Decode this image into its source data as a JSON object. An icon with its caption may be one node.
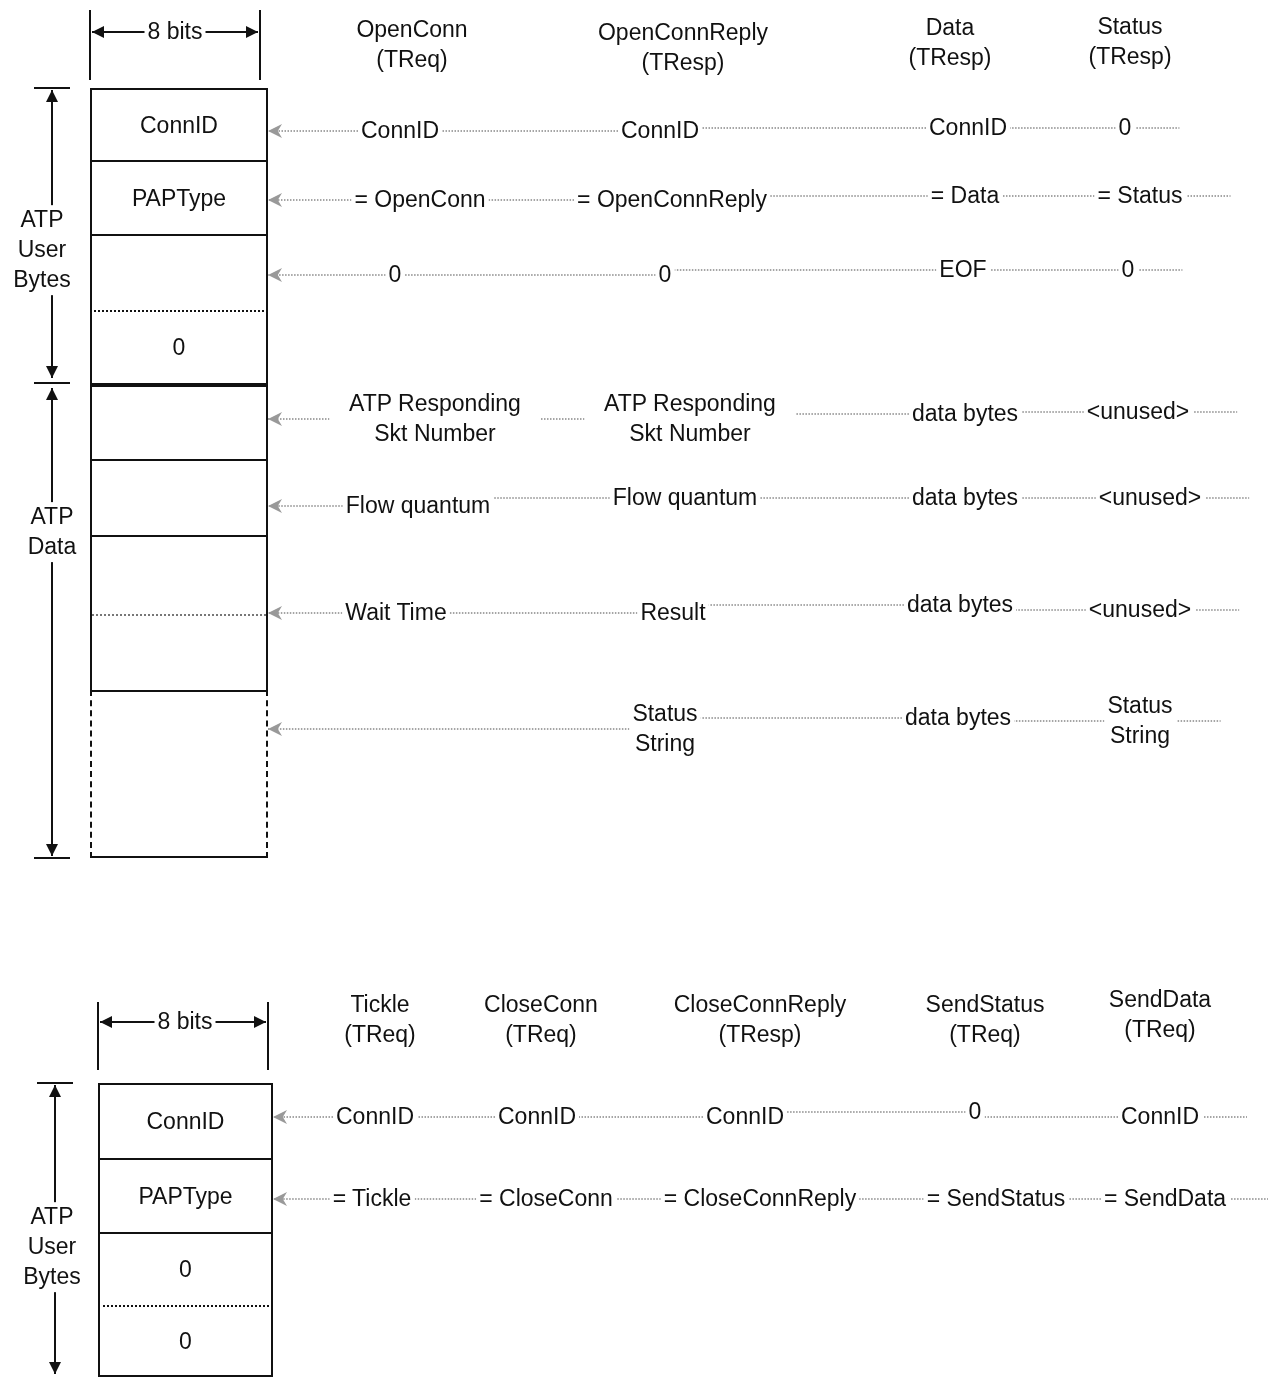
{
  "diagram": {
    "nodes": [
      {
        "text": [
          "ConnID"
        ]
      },
      {
        "text": [
          "PAPType"
        ]
      },
      {
        "text": [],
        "shape": "box"
      },
      {
        "text": [
          "0"
        ]
      },
      {
        "text": [],
        "shape": "box"
      },
      {
        "text": [],
        "shape": "box"
      },
      {
        "text": [],
        "shape": "box"
      },
      {
        "text": [],
        "shape": "box"
      },
      {
        "text": [
          "ConnID"
        ]
      },
      {
        "text": [
          "ConnID"
        ]
      },
      {
        "text": [
          "ConnID"
        ]
      },
      {
        "text": [
          "0"
        ]
      },
      {
        "text": [
          "= OpenConn"
        ]
      },
      {
        "text": [
          "= OpenConnReply"
        ]
      },
      {
        "text": [
          "= Data"
        ]
      },
      {
        "text": [
          "= Status"
        ]
      },
      {
        "text": [
          "0"
        ]
      },
      {
        "text": [
          "0"
        ]
      },
      {
        "text": [
          "EOF"
        ]
      },
      {
        "text": [
          "0"
        ]
      },
      {
        "text": [
          "ATP Responding Skt Number"
        ]
      },
      {
        "text": [
          "ATP Responding Skt Number"
        ]
      },
      {
        "text": [
          "data bytes"
        ]
      },
      {
        "text": [
          "<unused>"
        ]
      },
      {
        "text": [
          "Flow quantum"
        ]
      },
      {
        "text": [
          "Flow quantum"
        ]
      },
      {
        "text": [
          "data bytes"
        ]
      },
      {
        "text": [
          "<unused>"
        ]
      },
      {
        "text": [
          "Wait Time"
        ]
      },
      {
        "text": [
          "Result"
        ]
      },
      {
        "text": [
          "data bytes"
        ]
      },
      {
        "text": [
          "<unused>"
        ]
      },
      {
        "text": [
          "Status String"
        ]
      },
      {
        "text": [
          "data bytes"
        ]
      },
      {
        "text": [
          "Status String"
        ]
      },
      {
        "text": [
          "ConnID"
        ]
      },
      {
        "text": [
          "PAPType"
        ]
      },
      {
        "text": [
          "0"
        ]
      },
      {
        "text": [
          "0"
        ]
      },
      {
        "text": [
          "ConnID"
        ]
      },
      {
        "text": [
          "ConnID"
        ]
      },
      {
        "text": [
          "ConnID"
        ]
      },
      {
        "text": [
          "0"
        ]
      },
      {
        "text": [
          "ConnID"
        ]
      },
      {
        "text": [
          "= Tickle"
        ]
      },
      {
        "text": [
          "= CloseConn"
        ]
      },
      {
        "text": [
          "= CloseConnReply"
        ]
      },
      {
        "text": [
          "= SendStatus"
        ]
      },
      {
        "text": [
          "= SendData"
        ]
      }
    ],
    "edges": [
      {
        "from": 8,
        "to": 0,
        "arrow": "to"
      },
      {
        "from": 9,
        "to": 8,
        "arrow": "none"
      },
      {
        "from": 10,
        "to": 9,
        "arrow": "none"
      },
      {
        "from": 11,
        "to": 10,
        "arrow": "none"
      },
      {
        "from": 12,
        "to": 1,
        "arrow": "to"
      },
      {
        "from": 13,
        "to": 12,
        "arrow": "none"
      },
      {
        "from": 14,
        "to": 13,
        "arrow": "none"
      },
      {
        "from": 15,
        "to": 14,
        "arrow": "none"
      },
      {
        "from": 16,
        "to": 2,
        "arrow": "to"
      },
      {
        "from": 17,
        "to": 16,
        "arrow": "none"
      },
      {
        "from": 18,
        "to": 17,
        "arrow": "none"
      },
      {
        "from": 19,
        "to": 18,
        "arrow": "none"
      },
      {
        "from": 20,
        "to": 4,
        "arrow": "to"
      },
      {
        "from": 21,
        "to": 20,
        "arrow": "none"
      },
      {
        "from": 22,
        "to": 21,
        "arrow": "none"
      },
      {
        "from": 23,
        "to": 22,
        "arrow": "none"
      },
      {
        "from": 24,
        "to": 5,
        "arrow": "to"
      },
      {
        "from": 25,
        "to": 24,
        "arrow": "none"
      },
      {
        "from": 26,
        "to": 25,
        "arrow": "none"
      },
      {
        "from": 27,
        "to": 26,
        "arrow": "none"
      },
      {
        "from": 28,
        "to": 6,
        "arrow": "to"
      },
      {
        "from": 29,
        "to": 28,
        "arrow": "none"
      },
      {
        "from": 30,
        "to": 29,
        "arrow": "none"
      },
      {
        "from": 31,
        "to": 30,
        "arrow": "none"
      },
      {
        "from": 32,
        "to": 7,
        "arrow": "to"
      },
      {
        "from": 33,
        "to": 32,
        "arrow": "none"
      },
      {
        "from": 34,
        "to": 33,
        "arrow": "none"
      },
      {
        "from": 39,
        "to": 35,
        "arrow": "to"
      },
      {
        "from": 40,
        "to": 39,
        "arrow": "none"
      },
      {
        "from": 41,
        "to": 40,
        "arrow": "none"
      },
      {
        "from": 42,
        "to": 41,
        "arrow": "none"
      },
      {
        "from": 43,
        "to": 42,
        "arrow": "none"
      },
      {
        "from": 44,
        "to": 36,
        "arrow": "to"
      },
      {
        "from": 45,
        "to": 44,
        "arrow": "none"
      },
      {
        "from": 46,
        "to": 45,
        "arrow": "none"
      },
      {
        "from": 47,
        "to": 46,
        "arrow": "none"
      },
      {
        "from": 48,
        "to": 47,
        "arrow": "none"
      }
    ],
    "labels": [
      "8 bits",
      "OpenConn (TReq)",
      "OpenConnReply (TResp)",
      "Data (TResp)",
      "Status (TResp)",
      "ATP User Bytes",
      "ATP Data",
      "Tickle (TReq)",
      "CloseConn (TReq)",
      "CloseConnReply (TResp)",
      "SendStatus (TReq)",
      "SendData (TReq)",
      "8 bits",
      "ATP User Bytes"
    ]
  }
}
